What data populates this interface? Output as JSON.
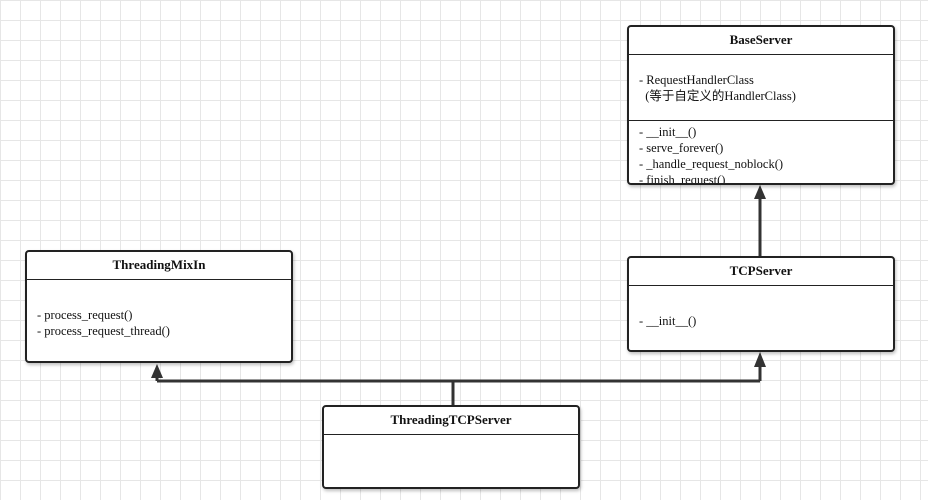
{
  "diagram": {
    "classes": {
      "base_server": {
        "name": "BaseServer",
        "attributes": [
          "- RequestHandlerClass",
          "  (等于自定义的HandlerClass)"
        ],
        "methods": [
          "- __init__()",
          "- serve_forever()",
          "- _handle_request_noblock()",
          "- finish_request()"
        ]
      },
      "tcp_server": {
        "name": "TCPServer",
        "methods": [
          "- __init__()"
        ]
      },
      "threading_mixin": {
        "name": "ThreadingMixIn",
        "methods": [
          "- process_request()",
          "- process_request_thread()"
        ]
      },
      "threading_tcp_server": {
        "name": "ThreadingTCPServer"
      }
    },
    "relations": [
      {
        "from": "TCPServer",
        "to": "BaseServer",
        "type": "inheritance"
      },
      {
        "from": "ThreadingTCPServer",
        "to": "ThreadingMixIn",
        "type": "inheritance"
      },
      {
        "from": "ThreadingTCPServer",
        "to": "TCPServer",
        "type": "inheritance"
      }
    ]
  }
}
